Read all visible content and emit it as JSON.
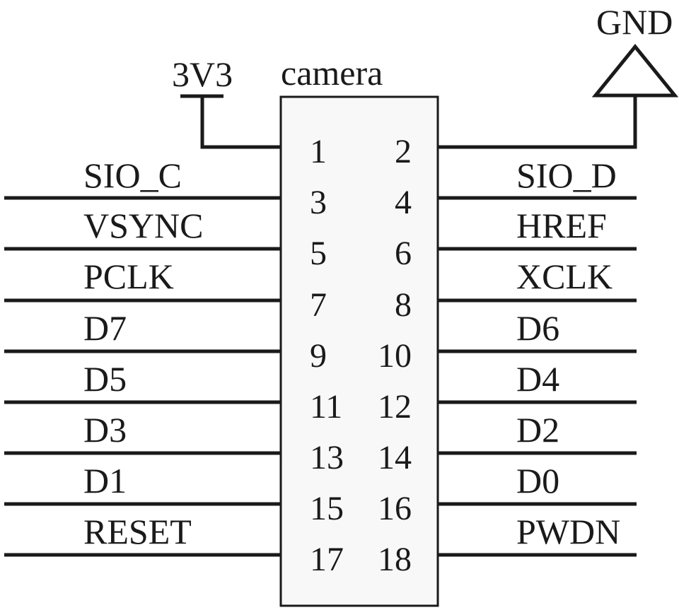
{
  "component": {
    "label": "camera"
  },
  "power": {
    "label": "3V3"
  },
  "ground": {
    "label": "GND"
  },
  "pins": {
    "left": [
      {
        "pin": "1",
        "net": ""
      },
      {
        "pin": "3",
        "net": "SIO_C"
      },
      {
        "pin": "5",
        "net": "VSYNC"
      },
      {
        "pin": "7",
        "net": "PCLK"
      },
      {
        "pin": "9",
        "net": "D7"
      },
      {
        "pin": "11",
        "net": "D5"
      },
      {
        "pin": "13",
        "net": "D3"
      },
      {
        "pin": "15",
        "net": "D1"
      },
      {
        "pin": "17",
        "net": "RESET"
      }
    ],
    "right": [
      {
        "pin": "2",
        "net": ""
      },
      {
        "pin": "4",
        "net": "SIO_D"
      },
      {
        "pin": "6",
        "net": "HREF"
      },
      {
        "pin": "8",
        "net": "XCLK"
      },
      {
        "pin": "10",
        "net": "D6"
      },
      {
        "pin": "12",
        "net": "D4"
      },
      {
        "pin": "14",
        "net": "D2"
      },
      {
        "pin": "16",
        "net": "D0"
      },
      {
        "pin": "18",
        "net": "PWDN"
      }
    ]
  },
  "colors": {
    "ink": "#1a1a1a",
    "body_fill": "#f8f8f8",
    "background": "#ffffff"
  }
}
